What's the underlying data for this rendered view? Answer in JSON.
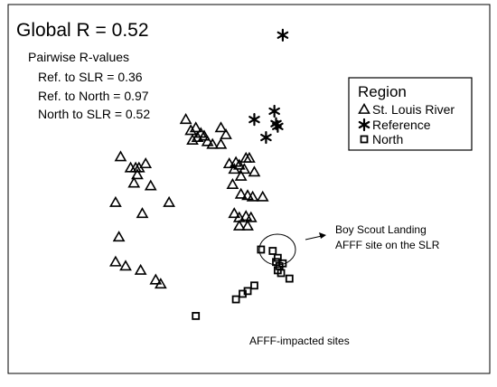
{
  "chart_data": {
    "type": "scatter",
    "title": "",
    "xlabel": "",
    "ylabel": "",
    "xlim": [
      0,
      100
    ],
    "ylim": [
      0,
      100
    ],
    "grid": false,
    "stat_text": {
      "global": "Global R = 0.52",
      "pairwise_title": "Pairwise R-values",
      "pairs": [
        "Ref. to SLR = 0.36",
        "Ref. to North = 0.97",
        "North to SLR = 0.52"
      ]
    },
    "legend": {
      "title": "Region",
      "placement": "top-right"
    },
    "series": [
      {
        "name": "St. Louis River",
        "marker": "triangle",
        "x": [
          18.5,
          21.5,
          23.0,
          24.0,
          26.0,
          23.5,
          22.5,
          17.0,
          27.5,
          33.0,
          25.0,
          18.0,
          17.0,
          20.0,
          24.5,
          29.0,
          30.5,
          38.0,
          41.0,
          39.5,
          41.5,
          42.5,
          43.5,
          44.5,
          40.0,
          46.0,
          48.5,
          50.0,
          48.5,
          51.0,
          52.5,
          53.0,
          54.0,
          55.5,
          56.0,
          57.0,
          54.5,
          52.0,
          54.5,
          56.5,
          58.0,
          58.5,
          61.0,
          52.5,
          54.0,
          56.0,
          57.5,
          54.0,
          56.5
        ],
        "y": [
          50.5,
          46.5,
          46.5,
          46.5,
          48.0,
          44.0,
          41.0,
          34.0,
          40.0,
          34.0,
          30.0,
          21.5,
          12.5,
          11.0,
          9.5,
          6.0,
          4.5,
          64.0,
          61.0,
          60.0,
          57.5,
          59.0,
          58.0,
          56.0,
          56.5,
          55.0,
          61.0,
          58.5,
          55.0,
          48.0,
          46.0,
          48.5,
          47.5,
          46.0,
          50.0,
          50.0,
          43.5,
          40.5,
          37.0,
          36.5,
          36.0,
          45.0,
          36.0,
          30.0,
          28.5,
          29.0,
          28.5,
          25.5,
          25.5
        ]
      },
      {
        "name": "Reference",
        "marker": "asterisk",
        "x": [
          67.0,
          58.5,
          62.0,
          64.5,
          65.0,
          65.5
        ],
        "y": [
          94.5,
          64.0,
          57.5,
          67.0,
          62.5,
          61.5
        ]
      },
      {
        "name": "North",
        "marker": "square",
        "x": [
          60.5,
          64.0,
          65.5,
          65.0,
          66.0,
          65.5,
          67.0,
          66.5,
          69.0,
          58.5,
          56.5,
          55.0,
          53.0,
          41.0
        ],
        "y": [
          17.0,
          16.5,
          14.0,
          12.5,
          11.0,
          9.5,
          12.0,
          8.5,
          6.5,
          4.0,
          2.0,
          1.0,
          -1.0,
          -7.0
        ]
      }
    ],
    "annotations": [
      {
        "text": "Boy Scout Landing"
      },
      {
        "text": "AFFF site on the SLR"
      },
      {
        "text": "AFFF-impacted sites"
      }
    ]
  }
}
